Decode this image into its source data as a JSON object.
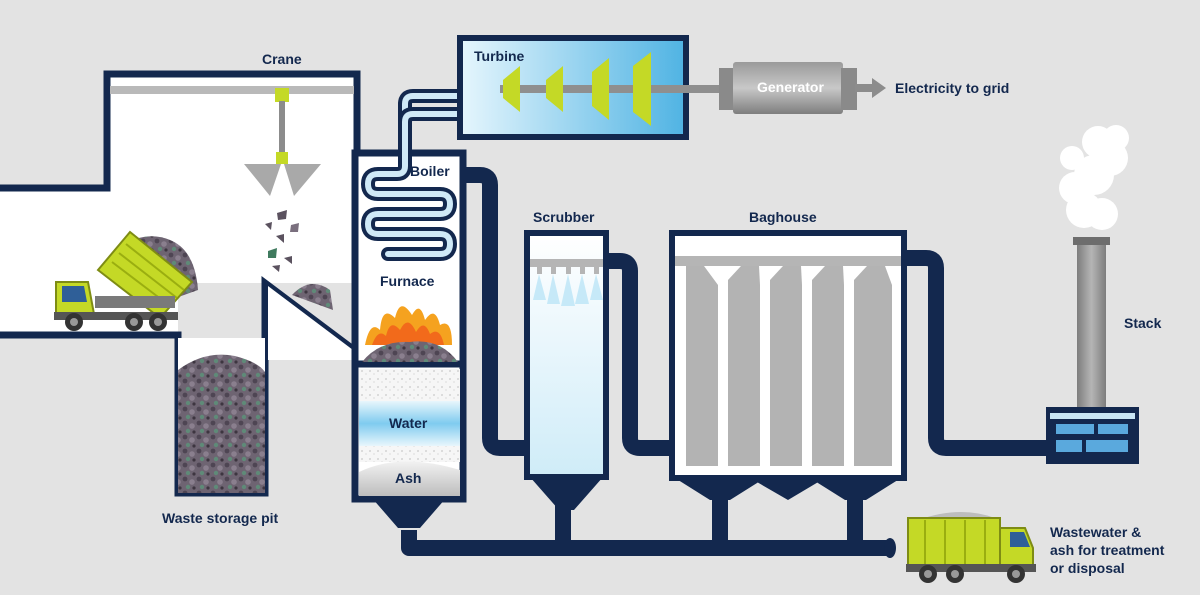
{
  "labels": {
    "crane": "Crane",
    "turbine": "Turbine",
    "generator": "Generator",
    "electricity": "Electricity to grid",
    "boiler": "Boiler",
    "furnace": "Furnace",
    "scrubber": "Scrubber",
    "baghouse": "Baghouse",
    "stack": "Stack",
    "water": "Water",
    "ash": "Ash",
    "waste_pit": "Waste storage pit",
    "output_line1": "Wastewater &",
    "output_line2": "ash for treatment",
    "output_line3": "or disposal"
  },
  "icons": {
    "crane": "grabber-crane-icon",
    "trucks": "garbage-truck-icon",
    "fire": "flame-icon",
    "smoke": "smoke-cloud-icon",
    "turbine": "turbine-blade-icon"
  },
  "colors": {
    "background": "#e3e3e3",
    "pipe": "#13284e",
    "truck": "#c4d926",
    "turbine_blade": "#c4d926",
    "generator": "#8c8c8c",
    "water": "#9fd8f2",
    "ash": "#c9c9c9",
    "flame": "#f5821f",
    "waste": "#6b5f6f"
  }
}
